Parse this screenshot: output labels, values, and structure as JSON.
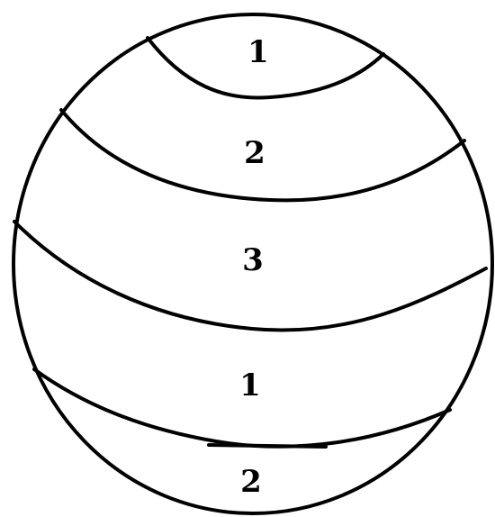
{
  "diagram": {
    "labels": [
      "1",
      "2",
      "3",
      "1",
      "2"
    ]
  },
  "colors": {
    "stroke": "#000000",
    "background": "#ffffff"
  }
}
